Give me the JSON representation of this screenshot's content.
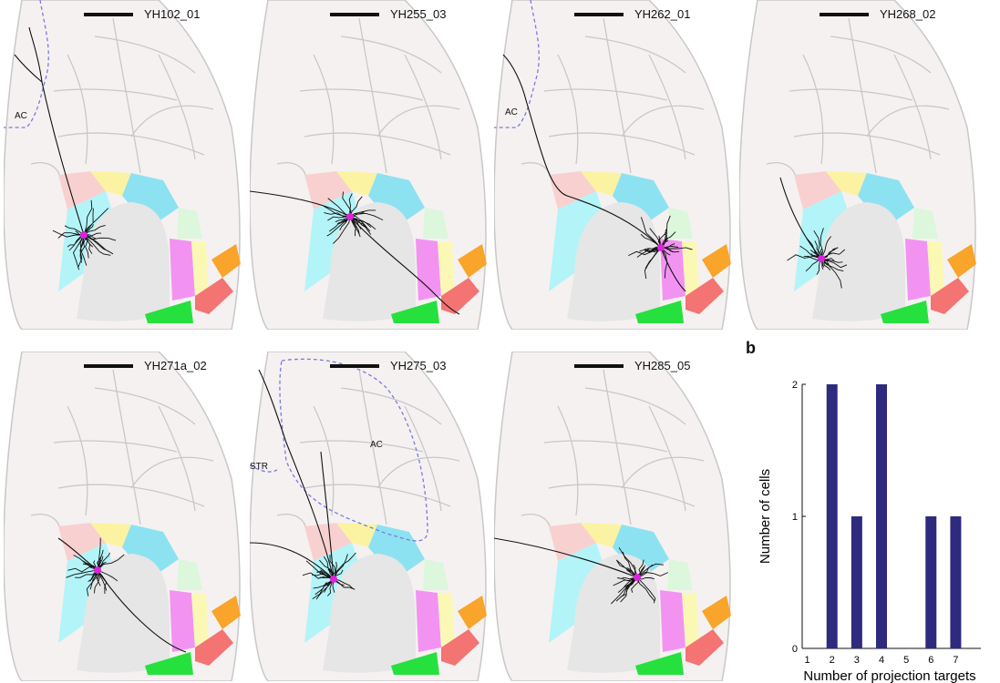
{
  "panels": [
    {
      "cell_id": "YH102_01",
      "region_label": "AC"
    },
    {
      "cell_id": "YH255_03",
      "region_label": ""
    },
    {
      "cell_id": "YH262_01",
      "region_label": "AC"
    },
    {
      "cell_id": "YH268_02",
      "region_label": ""
    },
    {
      "cell_id": "YH271a_02",
      "region_label": ""
    },
    {
      "cell_id": "YH275_03",
      "region_label": "AC",
      "region_label_2": "STR"
    },
    {
      "cell_id": "YH285_05",
      "region_label": ""
    }
  ],
  "colors": {
    "atlas_bg": "#f5f1f1",
    "atlas_line": "#c8c8c8",
    "big_region": "#e6e6e6",
    "pink": "#f9d0d0",
    "yellow": "#fbf3a1",
    "cyan": "#8de2f1",
    "light_cyan": "#b3f4f8",
    "light_green": "#dcf7dc",
    "magenta": "#f293f2",
    "pale_yellow": "#fbf8b6",
    "orange": "#f9a42a",
    "red": "#f47373",
    "green": "#26e03e",
    "soma": "#dd22dd",
    "neuron": "#111111",
    "bar": "#2e2a7e",
    "boundary_dash": "#7a7ae0"
  },
  "panel_b_letter": "b",
  "chart_data": {
    "type": "bar",
    "categories": [
      "1",
      "2",
      "3",
      "4",
      "5",
      "6",
      "7"
    ],
    "values": [
      0,
      2,
      1,
      2,
      0,
      1,
      1
    ],
    "xlabel": "Number of projection targets",
    "ylabel": "Number of cells",
    "ylim": [
      0,
      2
    ],
    "yticks": [
      "0",
      "1",
      "2"
    ],
    "grid": false
  }
}
